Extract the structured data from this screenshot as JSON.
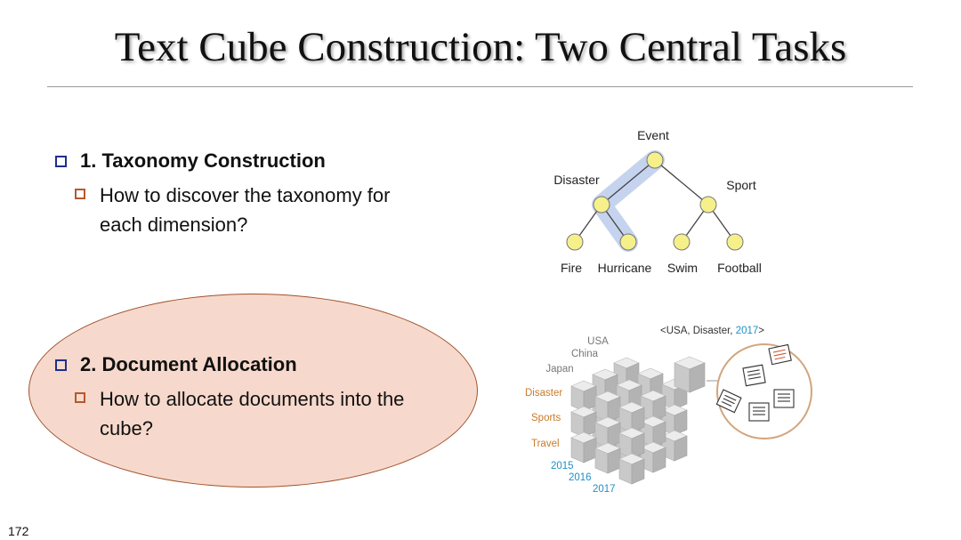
{
  "slide": {
    "title": "Text Cube Construction: Two Central Tasks",
    "page_number": "172"
  },
  "tasks": [
    {
      "heading": "1. Taxonomy Construction",
      "sub_line1": "How to discover the taxonomy for",
      "sub_line2": "each dimension?"
    },
    {
      "heading": "2. Document Allocation",
      "sub_line1": "How to allocate documents into the",
      "sub_line2": "cube?"
    }
  ],
  "taxonomy": {
    "root": "Event",
    "left": "Disaster",
    "right": "Sport",
    "leaves": [
      "Fire",
      "Hurricane",
      "Swim",
      "Football"
    ],
    "node_color": "#f5f08a",
    "highlight_color": "#c5d3ee"
  },
  "cube": {
    "cell_label": "<USA, Disaster, 2017>",
    "countries": [
      "USA",
      "China",
      "Japan"
    ],
    "topics": [
      "Disaster",
      "Sports",
      "Travel"
    ],
    "years": [
      "2015",
      "2016",
      "2017"
    ],
    "topic_color": "#c87a2a",
    "year_color": "#1e90c8"
  }
}
